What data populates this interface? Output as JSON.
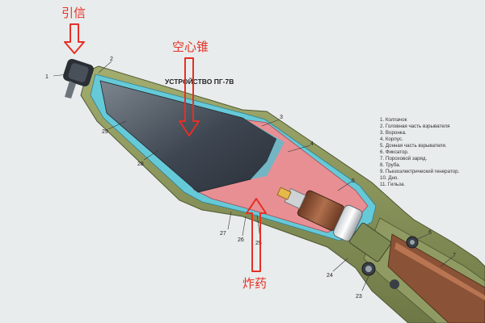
{
  "diagram": {
    "title": "УСТРОЙСТВО ПГ-7В",
    "annotations": {
      "fuze": "引信",
      "liner": "空心锥",
      "explosive": "炸药"
    },
    "part_numbers": {
      "n1": "1",
      "n2": "2",
      "n3": "3",
      "n4": "4",
      "n5": "5",
      "n6": "6",
      "n7": "7",
      "n23": "23",
      "n24": "24",
      "n25": "25",
      "n26": "26",
      "n27": "27",
      "n28": "28",
      "n29": "29"
    },
    "legend": [
      "1. Колпачок",
      "2. Головная часть взрывателя",
      "3. Воронка.",
      "4. Корпус.",
      "5. Донная часть взрывателя.",
      "6. Фиксатор.",
      "7. Пороховой заряд.",
      "8. Труба.",
      "9. Пьезоэлектрический генератор.",
      "10. Днo.",
      "11. Гильза."
    ],
    "colors": {
      "background": "#e9ecec",
      "body_olive": "#8c9a5c",
      "cone_grey": "#4c5560",
      "explosive_pink": "#e88f94",
      "liner_cyan": "#66c9d8",
      "motor_brown": "#8a5236",
      "arrow_red": "#e53025"
    }
  }
}
